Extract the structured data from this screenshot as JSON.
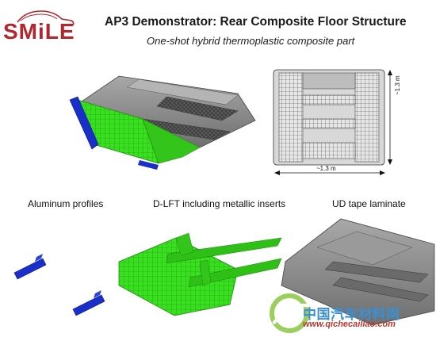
{
  "logo": {
    "text": "SMiLE"
  },
  "title": "AP3 Demonstrator: Rear Composite Floor Structure",
  "subtitle": "One-shot hybrid thermoplastic composite part",
  "dimensions": {
    "vertical": "~1.3 m",
    "horizontal": "~1.3 m"
  },
  "labels": {
    "aluminum": "Aluminum profiles",
    "dlft": "D-LFT including metallic inserts",
    "ud": "UD tape laminate"
  },
  "watermark": {
    "cn": "中国汽车材料网",
    "url": "www.qichecailiao.com"
  },
  "colors": {
    "green": "#39e01f",
    "gray": "#8d8d8d",
    "blue": "#1a2fc9",
    "logo": "#b3262e"
  }
}
